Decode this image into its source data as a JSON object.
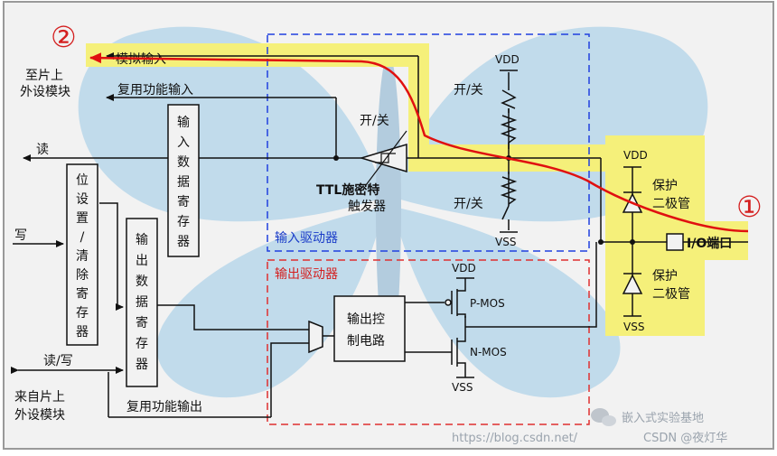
{
  "markers": {
    "one": "①",
    "two": "②"
  },
  "left_labels": {
    "to_onchip_1": "至片上",
    "to_onchip_2": "外设模块",
    "analog_in": "模拟输入",
    "alt_func_in": "复用功能输入",
    "read": "读",
    "write": "写",
    "read_write": "读/写",
    "from_onchip_1": "来自片上",
    "from_onchip_2": "外设模块",
    "alt_func_out": "复用功能输出"
  },
  "registers": {
    "input_data_reg": [
      "输",
      "入",
      "数",
      "据",
      "寄",
      "存",
      "器"
    ],
    "bit_set_reset_reg": [
      "位",
      "设",
      "置",
      "/",
      "清",
      "除",
      "寄",
      "存",
      "器"
    ],
    "output_data_reg": [
      "输",
      "出",
      "数",
      "据",
      "寄",
      "存",
      "器"
    ]
  },
  "input_driver": {
    "label": "输入驱动器",
    "switch_on_off": "开/关",
    "ttl_1": "TTL施密特",
    "ttl_2": "触发器",
    "switch_top": "开/关",
    "switch_bottom": "开/关",
    "vdd": "VDD",
    "vss": "VSS"
  },
  "output_driver": {
    "label": "输出驱动器",
    "control_1": "输出控",
    "control_2": "制电路",
    "pmos": "P-MOS",
    "nmos": "N-MOS",
    "vdd": "VDD",
    "vss": "VSS"
  },
  "protection": {
    "vdd": "VDD",
    "vss": "VSS",
    "diode_top_1": "保护",
    "diode_top_2": "二极管",
    "diode_bottom_1": "保护",
    "diode_bottom_2": "二极管"
  },
  "io_port": "I/O端口",
  "watermark": {
    "brand": "嵌入式实验基地",
    "csdn": "CSDN @夜灯华",
    "url": "https://blog.csdn.net/"
  },
  "colors": {
    "highlight": "#f5f07a",
    "input_driver_border": "#2040e0",
    "output_driver_border": "#e03030",
    "analog_path": "#e01010",
    "butterfly": "#b9d7ea"
  }
}
